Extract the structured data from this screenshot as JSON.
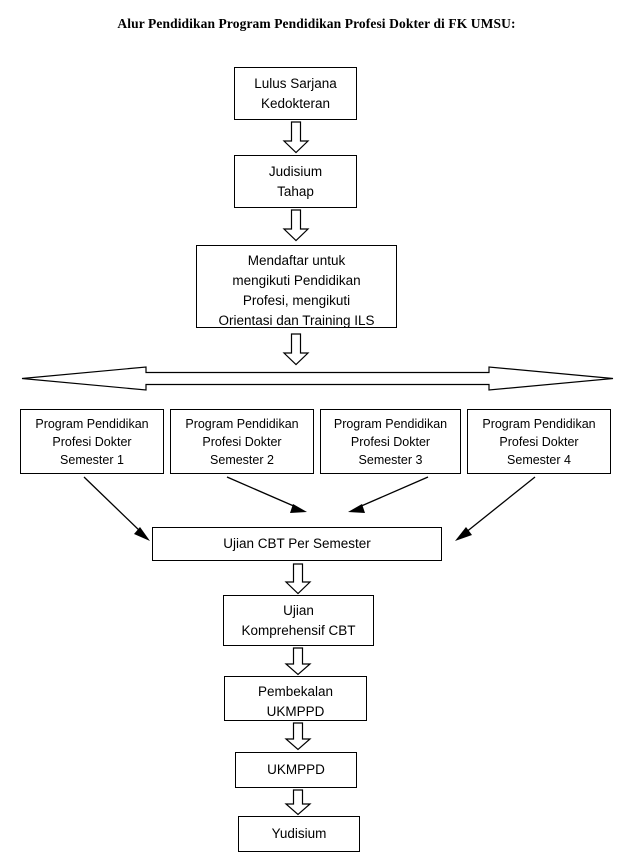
{
  "title": "Alur Pendidikan Program Pendidikan Profesi Dokter di FK UMSU:",
  "colors": {
    "background": "#ffffff",
    "stroke": "#000000",
    "text": "#000000"
  },
  "nodes": {
    "lulus_sarjana": "Lulus Sarjana\nKedokteran",
    "judisium_tahap": "Judisium\nTahap",
    "mendaftar": "Mendaftar untuk\nmengikuti Pendidikan\nProfesi, mengikuti\nOrientasi dan Training ILS",
    "semester_1": "Program Pendidikan\nProfesi Dokter\nSemester 1",
    "semester_2": "Program Pendidikan\nProfesi Dokter\nSemester 2",
    "semester_3": "Program Pendidikan\nProfesi Dokter\nSemester 3",
    "semester_4": "Program Pendidikan\nProfesi Dokter\nSemester 4",
    "ujian_cbt": "Ujian CBT Per Semester",
    "ujian_komprehensif": "Ujian\nKomprehensif CBT",
    "pembekalan": "Pembekalan\nUKMPPD",
    "ukmppd": "UKMPPD",
    "yudisium": "Yudisium"
  },
  "flow_data": {
    "type": "flowchart",
    "direction": "top-to-bottom",
    "steps": [
      "Lulus Sarjana Kedokteran",
      "Judisium Tahap",
      "Mendaftar untuk mengikuti Pendidikan Profesi, mengikuti Orientasi dan Training ILS",
      "Program Pendidikan Profesi Dokter Semester 1",
      "Program Pendidikan Profesi Dokter Semester 2",
      "Program Pendidikan Profesi Dokter Semester 3",
      "Program Pendidikan Profesi Dokter Semester 4",
      "Ujian CBT Per Semester",
      "Ujian Komprehensif CBT",
      "Pembekalan UKMPPD",
      "UKMPPD",
      "Yudisium"
    ],
    "connectors": [
      {
        "from": "Lulus Sarjana Kedokteran",
        "to": "Judisium Tahap",
        "style": "block-arrow-down"
      },
      {
        "from": "Judisium Tahap",
        "to": "Mendaftar untuk mengikuti Pendidikan Profesi, mengikuti Orientasi dan Training ILS",
        "style": "block-arrow-down"
      },
      {
        "from": "Mendaftar untuk mengikuti Pendidikan Profesi, mengikuti Orientasi dan Training ILS",
        "to": "semester distribution bar",
        "style": "block-arrow-down"
      },
      {
        "from": "semester distribution bar",
        "to": "Semester 1 / 2 / 3 / 4",
        "style": "double-headed-horizontal-block-arrow"
      },
      {
        "from": "Program Pendidikan Profesi Dokter Semester 1",
        "to": "Ujian CBT Per Semester",
        "style": "thin-diagonal-arrow"
      },
      {
        "from": "Program Pendidikan Profesi Dokter Semester 2",
        "to": "Ujian CBT Per Semester",
        "style": "thin-diagonal-arrow"
      },
      {
        "from": "Program Pendidikan Profesi Dokter Semester 3",
        "to": "Ujian CBT Per Semester",
        "style": "thin-diagonal-arrow"
      },
      {
        "from": "Program Pendidikan Profesi Dokter Semester 4",
        "to": "Ujian CBT Per Semester",
        "style": "thin-diagonal-arrow"
      },
      {
        "from": "Ujian CBT Per Semester",
        "to": "Ujian Komprehensif CBT",
        "style": "block-arrow-down"
      },
      {
        "from": "Ujian Komprehensif CBT",
        "to": "Pembekalan UKMPPD",
        "style": "block-arrow-down"
      },
      {
        "from": "Pembekalan UKMPPD",
        "to": "UKMPPD",
        "style": "block-arrow-down"
      },
      {
        "from": "UKMPPD",
        "to": "Yudisium",
        "style": "block-arrow-down"
      }
    ]
  }
}
